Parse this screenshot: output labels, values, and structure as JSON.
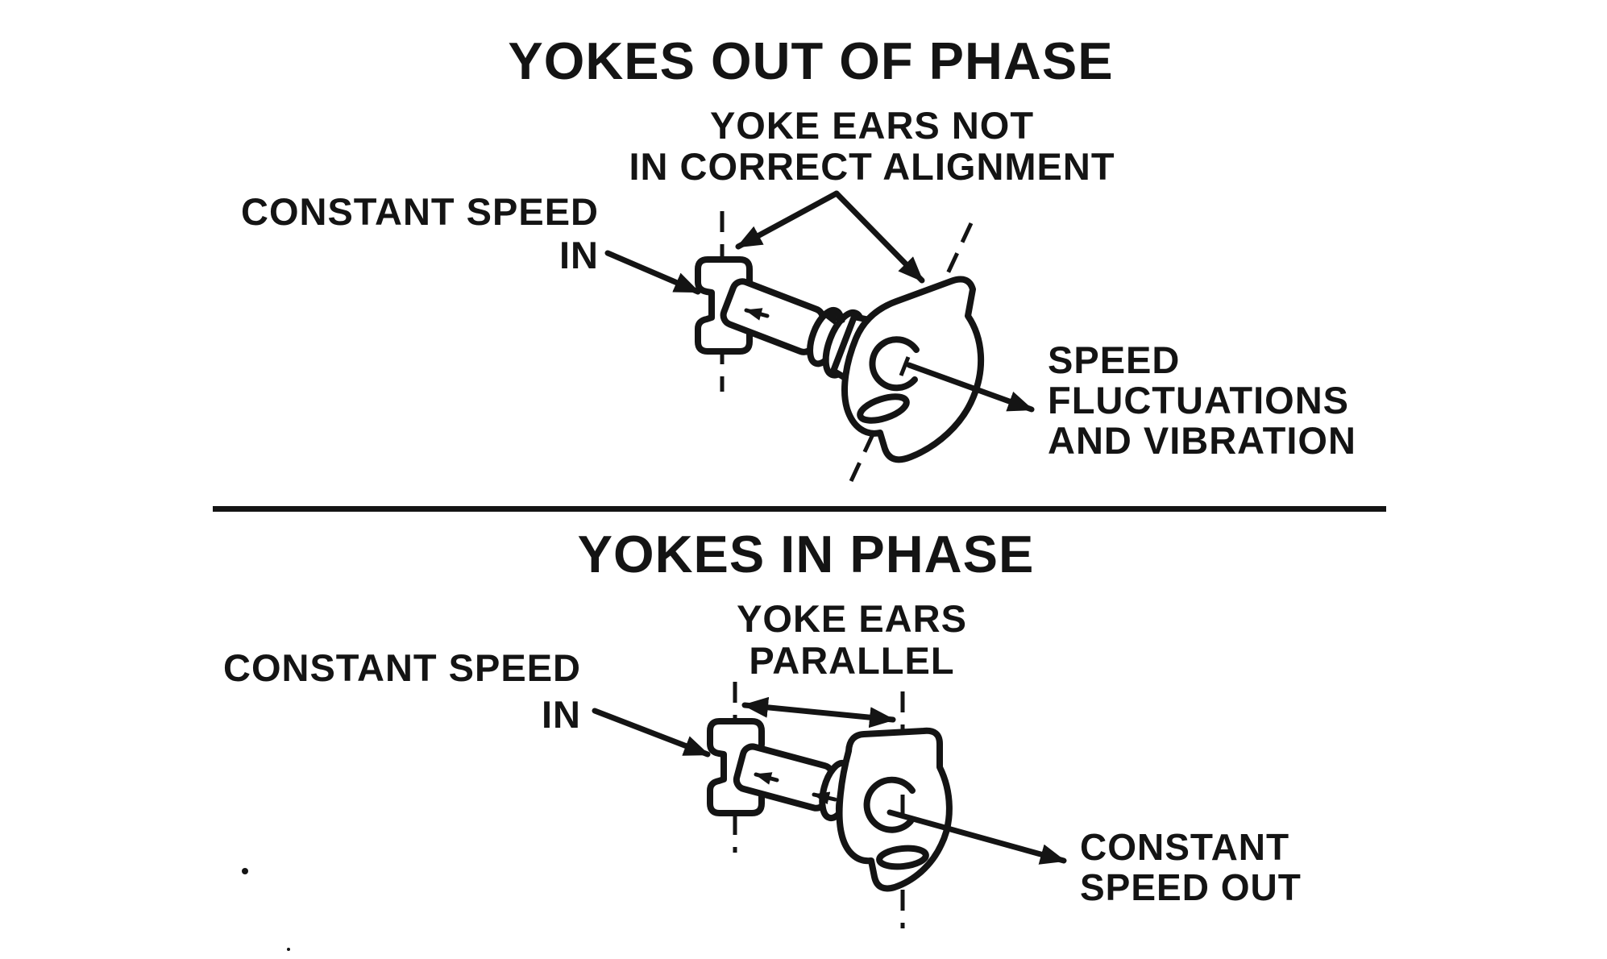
{
  "page": {
    "background": "#ffffff",
    "ink": "#141414"
  },
  "top": {
    "title": "YOKES OUT OF PHASE",
    "alignment_label": {
      "line1": "YOKE EARS NOT",
      "line2": "IN CORRECT ALIGNMENT"
    },
    "input_label": {
      "line1": "CONSTANT SPEED",
      "line2": "IN"
    },
    "output_label": {
      "line1": "SPEED",
      "line2": "FLUCTUATIONS",
      "line3": "AND VIBRATION"
    }
  },
  "bottom": {
    "title": "YOKES IN PHASE",
    "parallel_label": {
      "line1": "YOKE EARS",
      "line2": "PARALLEL"
    },
    "input_label": {
      "line1": "CONSTANT SPEED",
      "line2": "IN"
    },
    "output_label": {
      "line1": "CONSTANT",
      "line2": "SPEED OUT"
    }
  }
}
